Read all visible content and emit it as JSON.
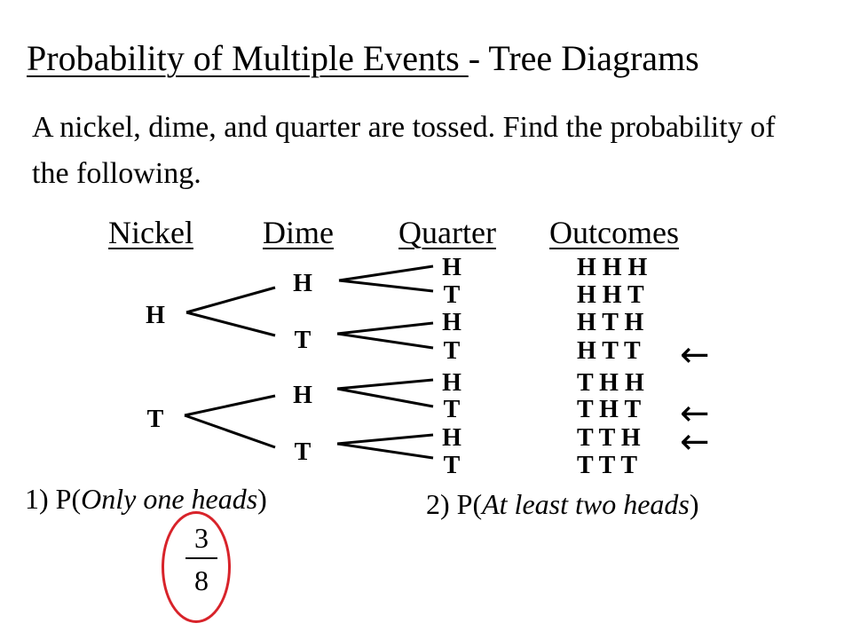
{
  "title": {
    "main": "Probability of Multiple Events ",
    "rest": "- Tree Diagrams"
  },
  "problem": "A nickel, dime, and quarter are tossed.  Find the probability of the following.",
  "headers": {
    "nickel": "Nickel",
    "dime": "Dime",
    "quarter": "Quarter",
    "outcomes": "Outcomes"
  },
  "tree": {
    "nickel": [
      "H",
      "T"
    ],
    "dime": [
      "H",
      "T",
      "H",
      "T"
    ],
    "quarter": [
      "H",
      "T",
      "H",
      "T",
      "H",
      "T",
      "H",
      "T"
    ]
  },
  "outcomes": [
    "H H H",
    "H H T",
    "H T H",
    "H T T",
    "T H H",
    "T H T",
    "T T H",
    "T T T"
  ],
  "arrow_glyph": "←",
  "marked_outcomes": [
    "H T T",
    "T H T",
    "T T H"
  ],
  "questions": {
    "q1_prefix": "1) P(",
    "q1_italic": "Only one heads",
    "q1_suffix": ")",
    "q2_prefix": "2) P(",
    "q2_italic": "At least two heads",
    "q2_suffix": ")"
  },
  "answer1": {
    "numerator": "3",
    "denominator": "8"
  },
  "colors": {
    "circle": "#d8232a"
  }
}
